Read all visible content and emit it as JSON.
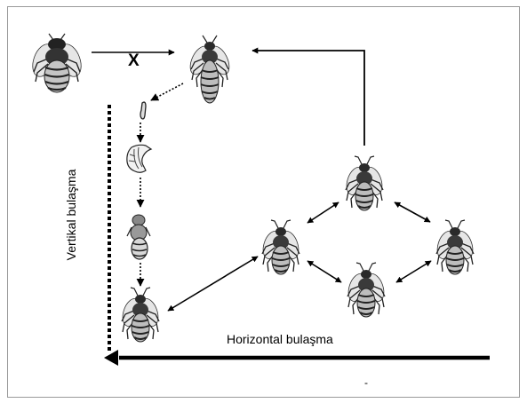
{
  "labels": {
    "cross_mark": "X",
    "vertical": "Vertikal bulaşma",
    "horizontal": "Horizontal bulaşma",
    "stray_mark": "-"
  },
  "stages": [
    "drone",
    "queen",
    "egg",
    "larva",
    "pupa",
    "worker-offspring"
  ],
  "colors": {
    "ink": "#000000",
    "frame": "#9a9a9a",
    "background": "#ffffff"
  }
}
